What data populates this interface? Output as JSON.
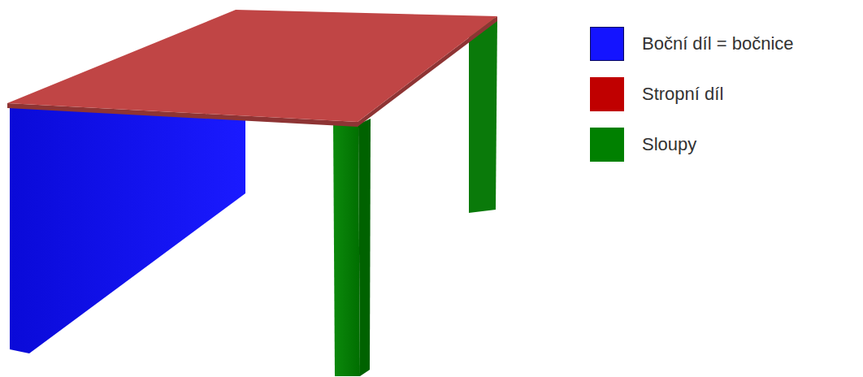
{
  "diagram": {
    "legend": [
      {
        "text": "Boční díl = bočnice",
        "color": "#1414ff"
      },
      {
        "text": "Stropní díl",
        "color": "#c00000"
      },
      {
        "text": "Sloupy",
        "color": "#008000"
      }
    ]
  }
}
